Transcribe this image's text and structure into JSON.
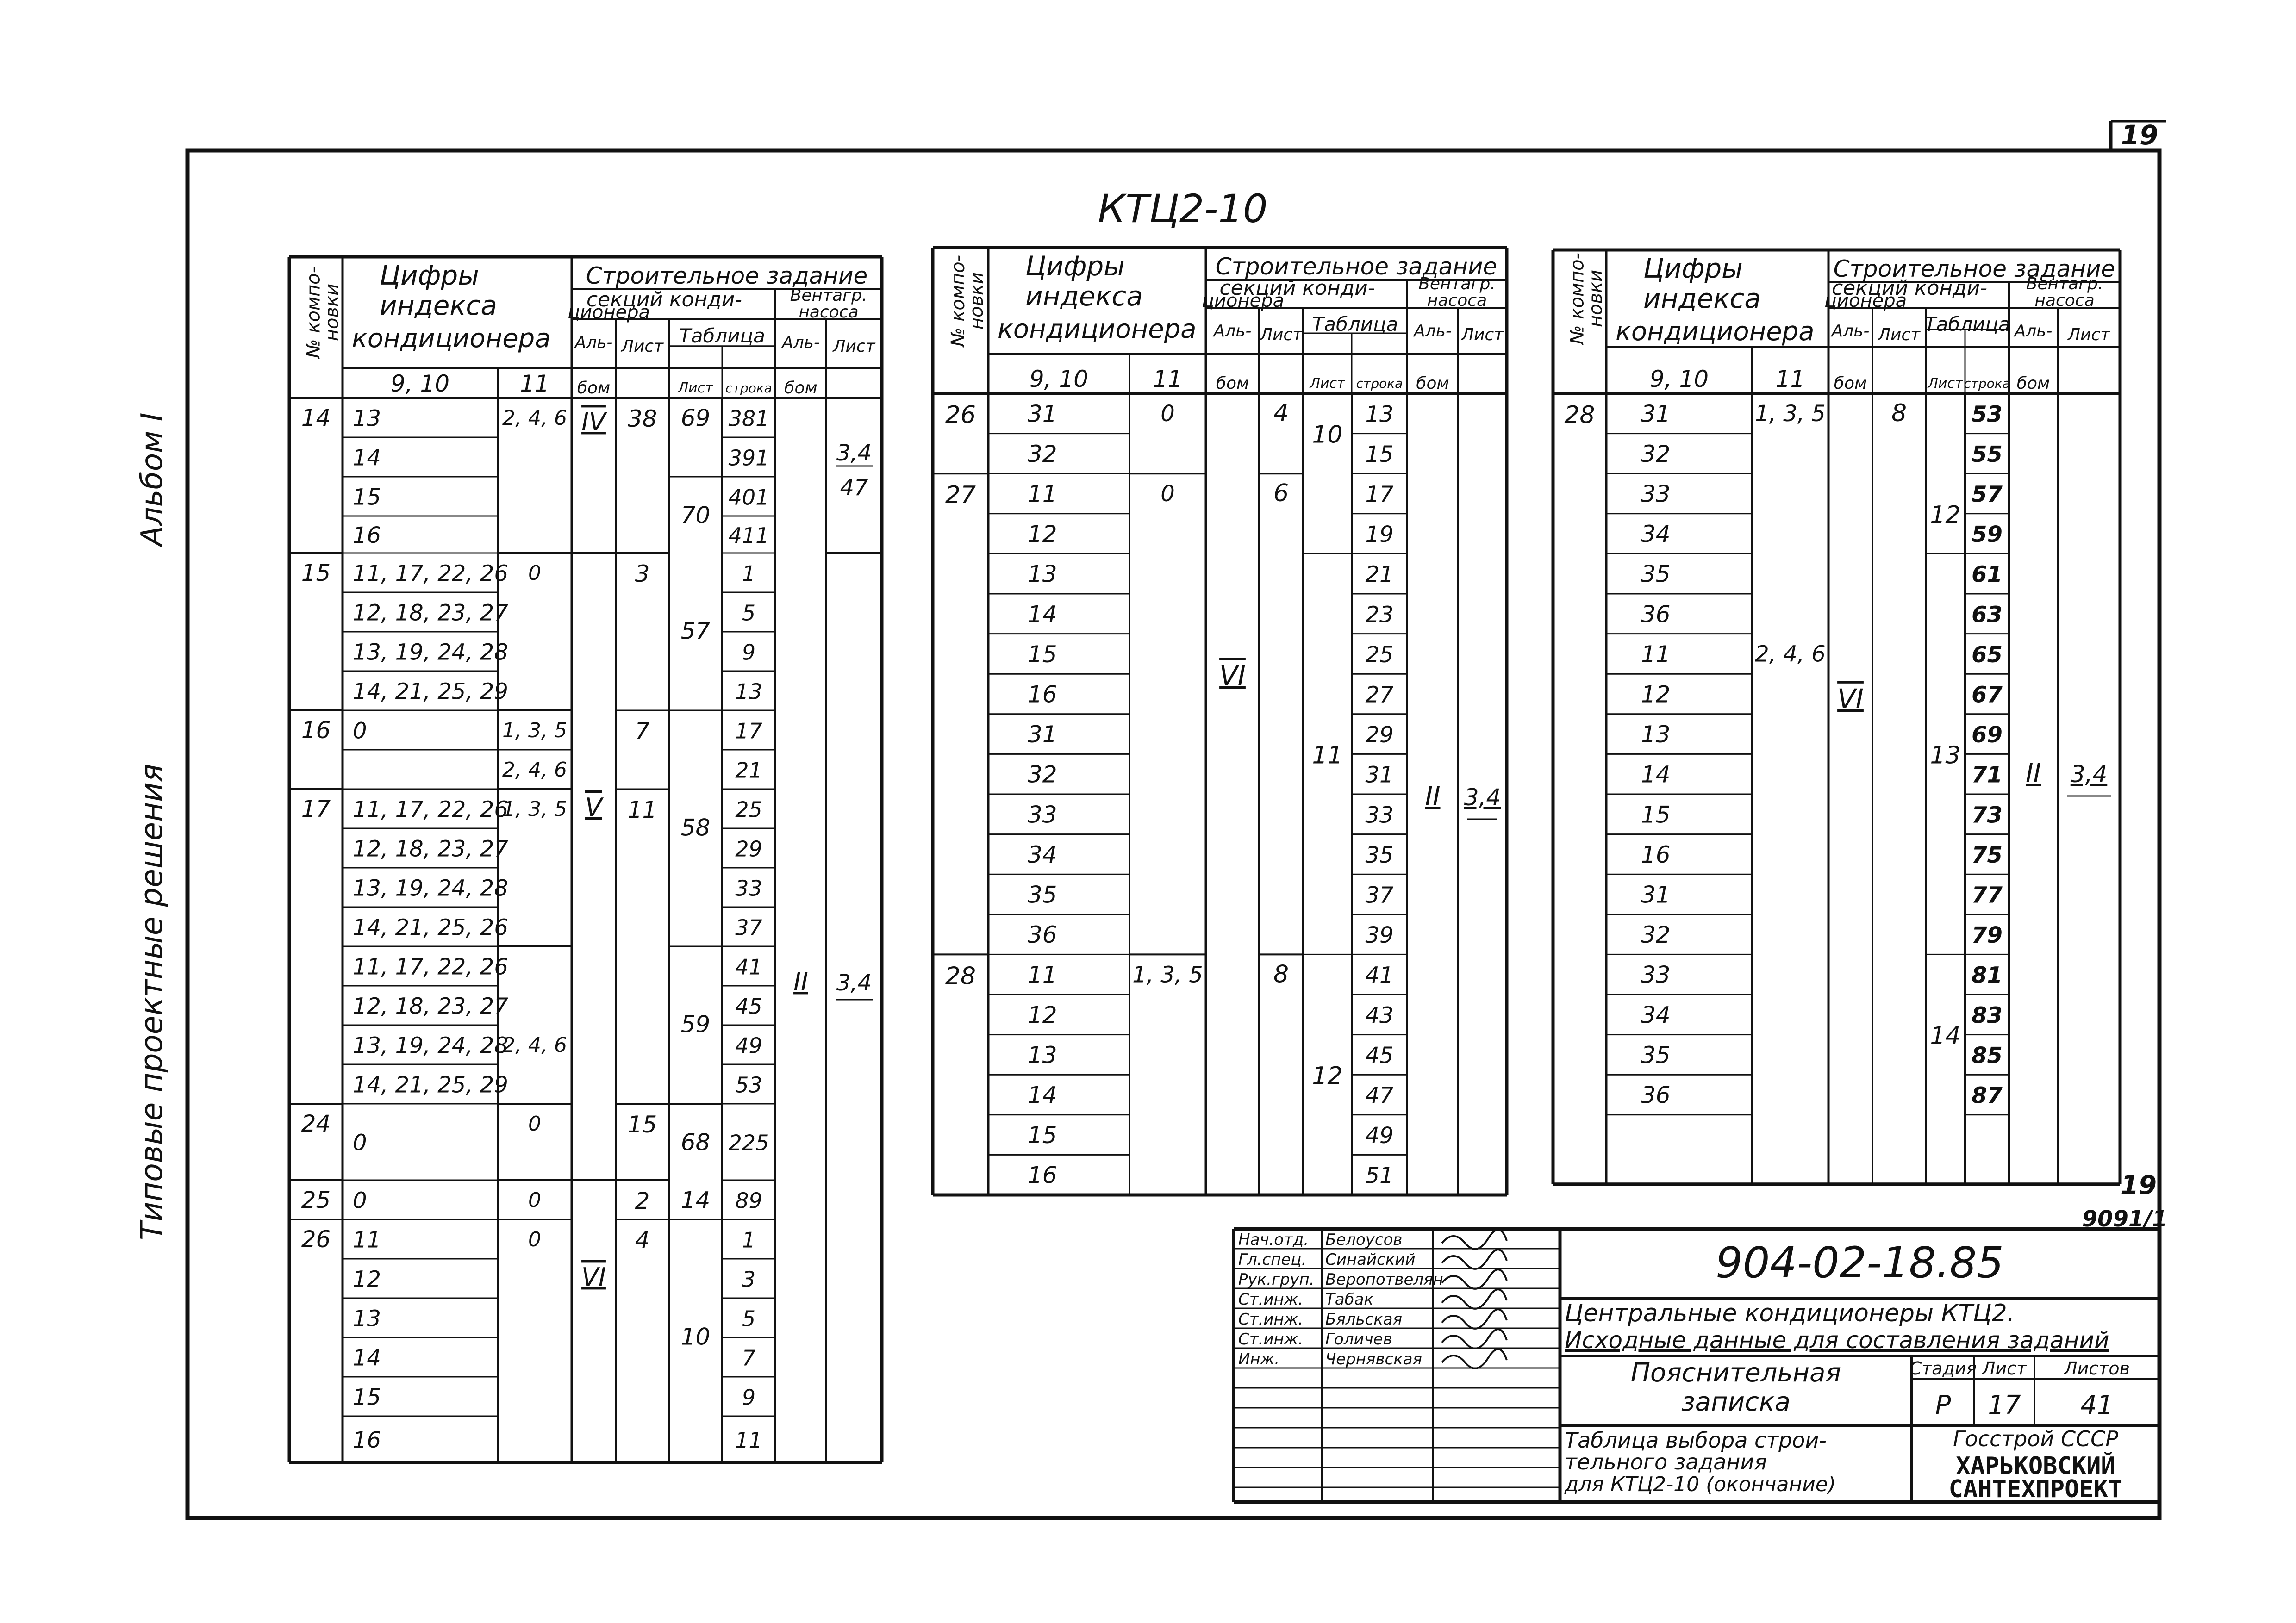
{
  "sheet_number": "19",
  "album_label": "Альбом I",
  "side_label": "Типовые проектные решения",
  "main_title": "КТЦ2-10",
  "corner_number": "19",
  "project_code_small": "9091/1",
  "headers": {
    "komponovka": "№ компо-новки",
    "cifry_line1": "Цифры",
    "cifry_line2": "индекса",
    "cifry_line3": "кондиционера",
    "col_910": "9, 10",
    "col_11": "11",
    "stroit": "Строительное задание",
    "sekcii_line1": "секций конди-",
    "sekcii_line2": "ционера",
    "ventagr_line1": "Вентагр.",
    "ventagr_line2": "насоса",
    "albom_line1": "Аль-",
    "albom_line2": "бом",
    "list": "Лист",
    "tablica": "Таблица",
    "tab_list": "Лист",
    "tab_stroka": "строка"
  },
  "table1": {
    "rows": [
      {
        "komp": "14",
        "c910": "13",
        "c11": "2, 4, 6",
        "albom": "IV",
        "list": "38",
        "tlist": "69",
        "str": "381"
      },
      {
        "komp": "",
        "c910": "14",
        "c11": "",
        "albom": "",
        "list": "",
        "tlist": "",
        "str": "391"
      },
      {
        "komp": "",
        "c910": "15",
        "c11": "",
        "albom": "",
        "list": "",
        "tlist": "70",
        "str": "401"
      },
      {
        "komp": "",
        "c910": "16",
        "c11": "",
        "albom": "",
        "list": "",
        "tlist": "",
        "str": "411"
      },
      {
        "komp": "15",
        "c910": "11, 17, 22, 26",
        "c11": "0",
        "albom": "",
        "list": "3",
        "tlist": "",
        "str": "1"
      },
      {
        "komp": "",
        "c910": "12, 18, 23, 27",
        "c11": "",
        "albom": "",
        "list": "",
        "tlist": "57",
        "str": "5"
      },
      {
        "komp": "",
        "c910": "13, 19, 24, 28",
        "c11": "",
        "albom": "",
        "list": "",
        "tlist": "",
        "str": "9"
      },
      {
        "komp": "",
        "c910": "14, 21, 25, 29",
        "c11": "",
        "albom": "",
        "list": "",
        "tlist": "",
        "str": "13"
      },
      {
        "komp": "16",
        "c910": "0",
        "c11": "1, 3, 5",
        "albom": "",
        "list": "7",
        "tlist": "",
        "str": "17"
      },
      {
        "komp": "",
        "c910": "",
        "c11": "2, 4, 6",
        "albom": "",
        "list": "",
        "tlist": "",
        "str": "21"
      },
      {
        "komp": "17",
        "c910": "11, 17, 22, 26",
        "c11": "1, 3, 5",
        "albom": "V",
        "list": "11",
        "tlist": "58",
        "str": "25"
      },
      {
        "komp": "",
        "c910": "12, 18, 23, 27",
        "c11": "",
        "albom": "",
        "list": "",
        "tlist": "",
        "str": "29"
      },
      {
        "komp": "",
        "c910": "13, 19, 24, 28",
        "c11": "",
        "albom": "",
        "list": "",
        "tlist": "",
        "str": "33"
      },
      {
        "komp": "",
        "c910": "14, 21, 25, 26",
        "c11": "",
        "albom": "",
        "list": "",
        "tlist": "",
        "str": "37"
      },
      {
        "komp": "",
        "c910": "11, 17, 22, 26",
        "c11": "",
        "albom": "",
        "list": "",
        "tlist": "",
        "str": "41"
      },
      {
        "komp": "",
        "c910": "12, 18, 23, 27",
        "c11": "",
        "albom": "",
        "list": "",
        "tlist": "59",
        "str": "45"
      },
      {
        "komp": "",
        "c910": "13, 19, 24, 28",
        "c11": "2, 4, 6",
        "albom": "",
        "list": "",
        "tlist": "",
        "str": "49"
      },
      {
        "komp": "",
        "c910": "14, 21, 25, 29",
        "c11": "",
        "albom": "",
        "list": "",
        "tlist": "",
        "str": "53"
      },
      {
        "komp": "24",
        "c910": "0",
        "c11": "0",
        "albom": "",
        "list": "15",
        "tlist": "68",
        "str": "225"
      },
      {
        "komp": "25",
        "c910": "0",
        "c11": "0",
        "albom": "",
        "list": "2",
        "tlist": "14",
        "str": "89"
      },
      {
        "komp": "26",
        "c910": "11",
        "c11": "0",
        "albom": "",
        "list": "4",
        "tlist": "",
        "str": "1"
      },
      {
        "komp": "",
        "c910": "12",
        "c11": "",
        "albom": "VI",
        "list": "",
        "tlist": "",
        "str": "3"
      },
      {
        "komp": "",
        "c910": "13",
        "c11": "",
        "albom": "",
        "list": "",
        "tlist": "10",
        "str": "5"
      },
      {
        "komp": "",
        "c910": "14",
        "c11": "",
        "albom": "",
        "list": "",
        "tlist": "",
        "str": "7"
      },
      {
        "komp": "",
        "c910": "15",
        "c11": "",
        "albom": "",
        "list": "",
        "tlist": "",
        "str": "9"
      },
      {
        "komp": "",
        "c910": "16",
        "c11": "",
        "albom": "",
        "list": "",
        "tlist": "",
        "str": "11"
      }
    ],
    "vent_albom": "II",
    "vent_list_top": "3,4",
    "vent_list_top2": "47",
    "vent_list_mid": "3,4"
  },
  "table2": {
    "rows": [
      {
        "komp": "26",
        "c910": "31",
        "c11": "0",
        "list": "4",
        "tlist": "10",
        "str": "13"
      },
      {
        "komp": "",
        "c910": "32",
        "c11": "",
        "list": "",
        "tlist": "",
        "str": "15"
      },
      {
        "komp": "27",
        "c910": "11",
        "c11": "0",
        "list": "6",
        "tlist": "",
        "str": "17"
      },
      {
        "komp": "",
        "c910": "12",
        "c11": "",
        "list": "",
        "tlist": "",
        "str": "19"
      },
      {
        "komp": "",
        "c910": "13",
        "c11": "",
        "list": "",
        "tlist": "",
        "str": "21"
      },
      {
        "komp": "",
        "c910": "14",
        "c11": "",
        "list": "",
        "tlist": "",
        "str": "23"
      },
      {
        "komp": "",
        "c910": "15",
        "c11": "",
        "list": "",
        "tlist": "",
        "str": "25"
      },
      {
        "komp": "",
        "c910": "16",
        "c11": "",
        "list": "",
        "tlist": "",
        "str": "27"
      },
      {
        "komp": "",
        "c910": "31",
        "c11": "",
        "list": "",
        "tlist": "11",
        "str": "29"
      },
      {
        "komp": "",
        "c910": "32",
        "c11": "",
        "list": "",
        "tlist": "",
        "str": "31"
      },
      {
        "komp": "",
        "c910": "33",
        "c11": "",
        "list": "",
        "tlist": "",
        "str": "33"
      },
      {
        "komp": "",
        "c910": "34",
        "c11": "",
        "list": "",
        "tlist": "",
        "str": "35"
      },
      {
        "komp": "",
        "c910": "35",
        "c11": "",
        "list": "",
        "tlist": "",
        "str": "37"
      },
      {
        "komp": "",
        "c910": "36",
        "c11": "",
        "list": "",
        "tlist": "",
        "str": "39"
      },
      {
        "komp": "28",
        "c910": "11",
        "c11": "1, 3, 5",
        "list": "8",
        "tlist": "",
        "str": "41"
      },
      {
        "komp": "",
        "c910": "12",
        "c11": "",
        "list": "",
        "tlist": "",
        "str": "43"
      },
      {
        "komp": "",
        "c910": "13",
        "c11": "",
        "list": "",
        "tlist": "12",
        "str": "45"
      },
      {
        "komp": "",
        "c910": "14",
        "c11": "",
        "list": "",
        "tlist": "",
        "str": "47"
      },
      {
        "komp": "",
        "c910": "15",
        "c11": "",
        "list": "",
        "tlist": "",
        "str": "49"
      },
      {
        "komp": "",
        "c910": "16",
        "c11": "",
        "list": "",
        "tlist": "",
        "str": "51"
      }
    ],
    "albom": "VI",
    "vent_albom": "II",
    "vent_list": "3,4"
  },
  "table3": {
    "rows": [
      {
        "komp": "28",
        "c910": "31",
        "c11": "1, 3, 5",
        "list": "8",
        "tlist": "",
        "str": "53"
      },
      {
        "komp": "",
        "c910": "32",
        "c11": "",
        "list": "",
        "tlist": "",
        "str": "55"
      },
      {
        "komp": "",
        "c910": "33",
        "c11": "",
        "list": "",
        "tlist": "12",
        "str": "57"
      },
      {
        "komp": "",
        "c910": "34",
        "c11": "",
        "list": "",
        "tlist": "",
        "str": "59"
      },
      {
        "komp": "",
        "c910": "35",
        "c11": "",
        "list": "",
        "tlist": "",
        "str": "61"
      },
      {
        "komp": "",
        "c910": "36",
        "c11": "",
        "list": "",
        "tlist": "",
        "str": "63"
      },
      {
        "komp": "",
        "c910": "11",
        "c11": "2, 4, 6",
        "list": "",
        "tlist": "",
        "str": "65"
      },
      {
        "komp": "",
        "c910": "12",
        "c11": "",
        "list": "",
        "tlist": "",
        "str": "67"
      },
      {
        "komp": "",
        "c910": "13",
        "c11": "",
        "list": "",
        "tlist": "13",
        "str": "69"
      },
      {
        "komp": "",
        "c910": "14",
        "c11": "",
        "list": "",
        "tlist": "",
        "str": "71"
      },
      {
        "komp": "",
        "c910": "15",
        "c11": "",
        "list": "",
        "tlist": "",
        "str": "73"
      },
      {
        "komp": "",
        "c910": "16",
        "c11": "",
        "list": "",
        "tlist": "",
        "str": "75"
      },
      {
        "komp": "",
        "c910": "31",
        "c11": "",
        "list": "",
        "tlist": "",
        "str": "77"
      },
      {
        "komp": "",
        "c910": "32",
        "c11": "",
        "list": "",
        "tlist": "",
        "str": "79"
      },
      {
        "komp": "",
        "c910": "33",
        "c11": "",
        "list": "",
        "tlist": "",
        "str": "81"
      },
      {
        "komp": "",
        "c910": "34",
        "c11": "",
        "list": "",
        "tlist": "14",
        "str": "83"
      },
      {
        "komp": "",
        "c910": "35",
        "c11": "",
        "list": "",
        "tlist": "",
        "str": "85"
      },
      {
        "komp": "",
        "c910": "36",
        "c11": "",
        "list": "",
        "tlist": "",
        "str": "87"
      }
    ],
    "albom": "VI",
    "vent_albom": "II",
    "vent_list": "3,4"
  },
  "title_block": {
    "doc_number": "904-02-18.85",
    "people": [
      {
        "role": "Нач.отд.",
        "name": "Белоусов"
      },
      {
        "role": "Гл.спец.",
        "name": "Синайский"
      },
      {
        "role": "Рук.груп.",
        "name": "Веропотвелян"
      },
      {
        "role": "Ст.инж.",
        "name": "Табак"
      },
      {
        "role": "Ст.инж.",
        "name": "Бяльская"
      },
      {
        "role": "Ст.инж.",
        "name": "Голичев"
      },
      {
        "role": "Инж.",
        "name": "Чернявская"
      }
    ],
    "project_line1": "Центральные кондиционеры КТЦ2.",
    "project_line2": "Исходные данные для составления заданий",
    "doc_name_line1": "Пояснительная",
    "doc_name_line2": "записка",
    "stage_label": "Стадия",
    "sheet_label": "Лист",
    "sheets_label": "Листов",
    "stage_value": "Р",
    "sheet_value": "17",
    "sheets_value": "41",
    "table_title_line1": "Таблица выбора строи-",
    "table_title_line2": "тельного задания",
    "table_title_line3": "для КТЦ2-10 (окончание)",
    "org_line1": "Госстрой СССР",
    "org_line2": "ХАРЬКОВСКИЙ",
    "org_line3": "САНТЕХПРОЕКТ"
  }
}
